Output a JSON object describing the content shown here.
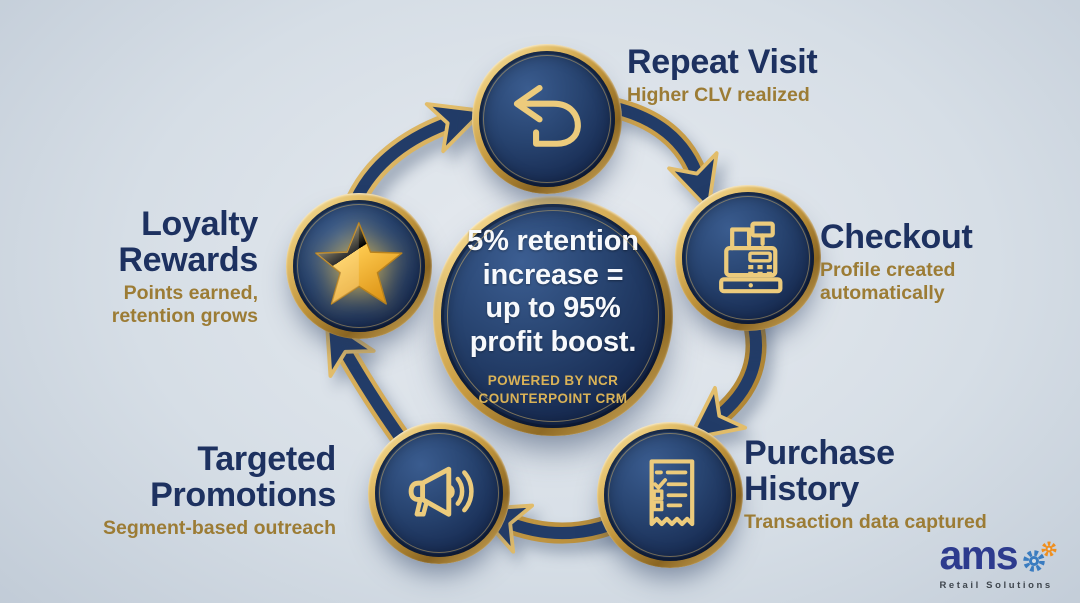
{
  "hub": {
    "headline": "5% retention\nincrease =\nup to 95%\nprofit boost.",
    "powered_by": "POWERED BY NCR\nCOUNTERPOINT CRM"
  },
  "nodes": [
    {
      "id": "repeat-visit",
      "title": "Repeat Visit",
      "subtitle": "Higher CLV realized",
      "icon": "undo-arrow-icon"
    },
    {
      "id": "checkout",
      "title": "Checkout",
      "subtitle": "Profile created\nautomatically",
      "icon": "cash-register-icon"
    },
    {
      "id": "purchase-history",
      "title": "Purchase\nHistory",
      "subtitle": "Transaction data captured",
      "icon": "receipt-checklist-icon"
    },
    {
      "id": "targeted-promotions",
      "title": "Targeted\nPromotions",
      "subtitle": "Segment-based outreach",
      "icon": "megaphone-icon"
    },
    {
      "id": "loyalty-rewards",
      "title": "Loyalty\nRewards",
      "subtitle": "Points earned,\nretention grows",
      "icon": "star-icon"
    }
  ],
  "cycle_order": [
    "repeat-visit",
    "checkout",
    "purchase-history",
    "targeted-promotions",
    "loyalty-rewards"
  ],
  "logo": {
    "name": "ams",
    "tagline": "Retail Solutions"
  },
  "colors": {
    "background": "#d6dee6",
    "navy_circle": "#1c2f55",
    "gold_ring": "#d4a94f",
    "title_text": "#1d3160",
    "subtitle_text": "#9c7c35",
    "hub_text": "#f7f9fc",
    "powered_text": "#d9b257",
    "logo_blue": "#2d3b8e",
    "gear_blue": "#3a7cc0",
    "gear_orange": "#ef8f1f"
  }
}
